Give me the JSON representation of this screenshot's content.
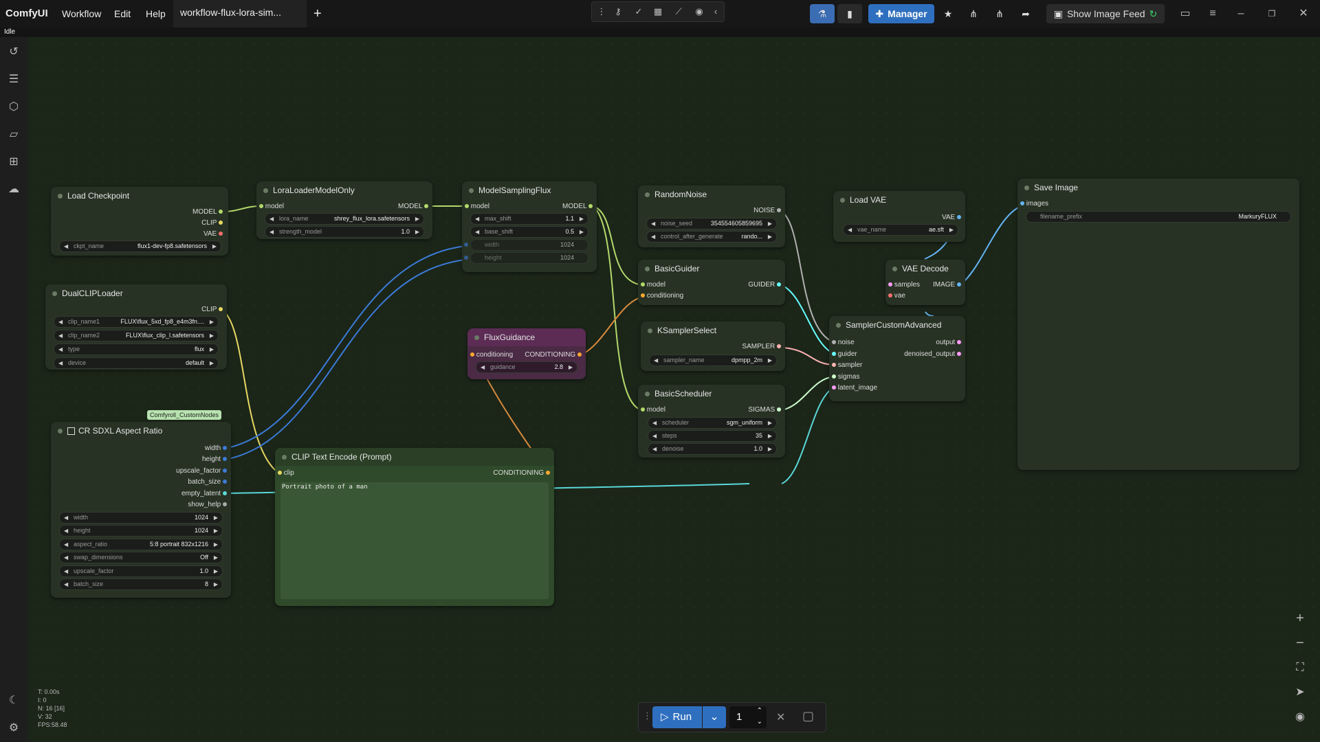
{
  "app": {
    "name": "ComfyUI",
    "status": "Idle"
  },
  "menu": {
    "workflow": "Workflow",
    "edit": "Edit",
    "help": "Help"
  },
  "tab": {
    "title": "workflow-flux-lora-sim...",
    "add": "+"
  },
  "toolbar": {
    "manager": "Manager",
    "show_image_feed": "Show Image Feed"
  },
  "nodes": {
    "load_checkpoint": {
      "title": "Load Checkpoint",
      "out_model": "MODEL",
      "out_clip": "CLIP",
      "out_vae": "VAE",
      "ckpt_label": "ckpt_name",
      "ckpt_value": "flux1-dev-fp8.safetensors"
    },
    "lora": {
      "title": "LoraLoaderModelOnly",
      "in_model": "model",
      "out_model": "MODEL",
      "lora_label": "lora_name",
      "lora_value": "shrey_flux_lora.safetensors",
      "strength_label": "strength_model",
      "strength_value": "1.0"
    },
    "msf": {
      "title": "ModelSamplingFlux",
      "in_model": "model",
      "out_model": "MODEL",
      "max_label": "max_shift",
      "max_value": "1.1",
      "base_label": "base_shift",
      "base_value": "0.5",
      "width_label": "width",
      "width_value": "1024",
      "height_label": "height",
      "height_value": "1024"
    },
    "random_noise": {
      "title": "RandomNoise",
      "out": "NOISE",
      "seed_label": "noise_seed",
      "seed_value": "354554605859695",
      "cag_label": "control_after_generate",
      "cag_value": "rando..."
    },
    "load_vae": {
      "title": "Load VAE",
      "out": "VAE",
      "vae_label": "vae_name",
      "vae_value": "ae.sft"
    },
    "save_image": {
      "title": "Save Image",
      "in_images": "images",
      "prefix_label": "filename_prefix",
      "prefix_value": "MarkuryFLUX"
    },
    "dual_clip": {
      "title": "DualCLIPLoader",
      "out": "CLIP",
      "c1_label": "clip_name1",
      "c1_value": "FLUX\\flux_5xd_fp8_e4m3fn....",
      "c2_label": "clip_name2",
      "c2_value": "FLUX\\flux_clip_l.safetensors",
      "type_label": "type",
      "type_value": "flux",
      "device_label": "device",
      "device_value": "default"
    },
    "basic_guider": {
      "title": "BasicGuider",
      "in_model": "model",
      "in_cond": "conditioning",
      "out": "GUIDER"
    },
    "vae_decode": {
      "title": "VAE Decode",
      "in_samples": "samples",
      "in_vae": "vae",
      "out": "IMAGE"
    },
    "flux_guidance": {
      "title": "FluxGuidance",
      "in_cond": "conditioning",
      "out": "CONDITIONING",
      "g_label": "guidance",
      "g_value": "2.8"
    },
    "ksampler_select": {
      "title": "KSamplerSelect",
      "out": "SAMPLER",
      "s_label": "sampler_name",
      "s_value": "dpmpp_2m"
    },
    "sca": {
      "title": "SamplerCustomAdvanced",
      "in_noise": "noise",
      "in_guider": "guider",
      "in_sampler": "sampler",
      "in_sigmas": "sigmas",
      "in_latent": "latent_image",
      "out_output": "output",
      "out_denoised": "denoised_output"
    },
    "basic_scheduler": {
      "title": "BasicScheduler",
      "in_model": "model",
      "out": "SIGMAS",
      "sch_label": "scheduler",
      "sch_value": "sgm_uniform",
      "steps_label": "steps",
      "steps_value": "35",
      "denoise_label": "denoise",
      "denoise_value": "1.0"
    },
    "cr_sdxl": {
      "title": "CR SDXL Aspect Ratio",
      "badge": "Comfyroll_CustomNodes",
      "o_width": "width",
      "o_height": "height",
      "o_upscale": "upscale_factor",
      "o_batch": "batch_size",
      "o_latent": "empty_latent",
      "o_help": "show_help",
      "w_label": "width",
      "w_value": "1024",
      "h_label": "height",
      "h_value": "1024",
      "ar_label": "aspect_ratio",
      "ar_value": "5:8 portrait 832x1216",
      "sw_label": "swap_dimensions",
      "sw_value": "Off",
      "uf_label": "upscale_factor",
      "uf_value": "1.0",
      "bs_label": "batch_size",
      "bs_value": "8"
    },
    "clip_text": {
      "title": "CLIP Text Encode (Prompt)",
      "in_clip": "clip",
      "out": "CONDITIONING",
      "prompt": "Portrait photo of a man"
    }
  },
  "stats": {
    "t": "T: 0.00s",
    "i": "I: 0",
    "n": "N: 16 [16]",
    "v": "V: 32",
    "fps": "FPS:58.48"
  },
  "run": {
    "label": "Run",
    "count": "1"
  },
  "colors": {
    "model": "#b4d96b",
    "clip": "#e8d862",
    "vae": "#ff6e6e",
    "conditioning": "#ffa930",
    "latent": "#ff9cf9",
    "image": "#64b5f6",
    "int": "#3c7bd8",
    "guider": "#66ffff",
    "noise": "#b0b0b0",
    "sampler": "#ffb3b3",
    "sigmas": "#cdffcd"
  }
}
